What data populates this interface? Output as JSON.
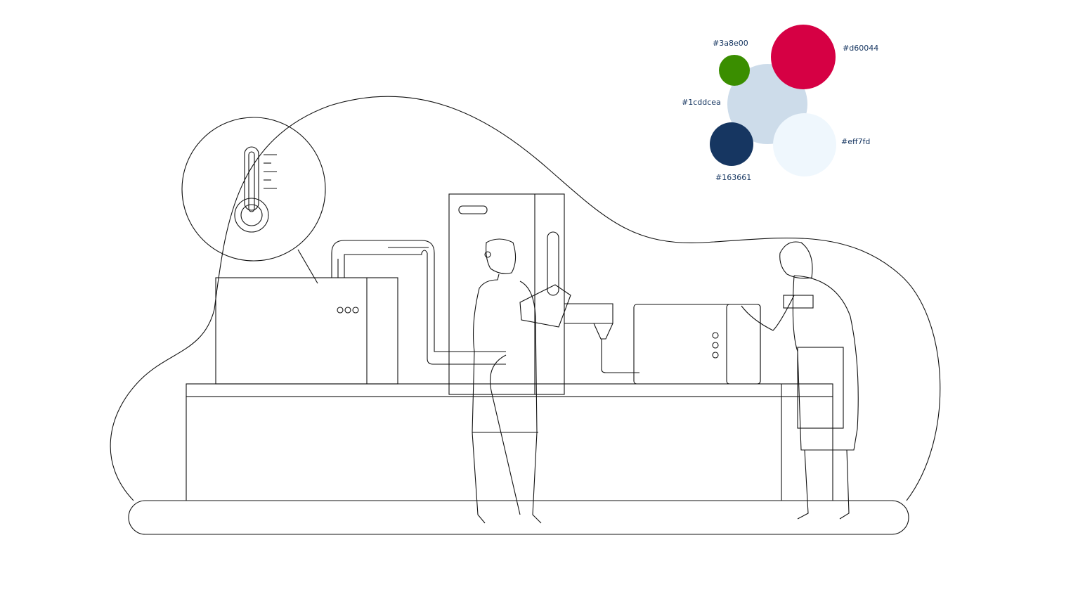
{
  "palette": [
    {
      "name": "green",
      "hex": "#3a8e00",
      "label": "#3a8e00"
    },
    {
      "name": "red",
      "hex": "#d60044",
      "label": "#d60044"
    },
    {
      "name": "light-blue",
      "hex": "#cddcea",
      "label": "#1cddcea"
    },
    {
      "name": "navy",
      "hex": "#163661",
      "label": "#163661"
    },
    {
      "name": "pale-blue",
      "hex": "#eff7fd",
      "label": "#eff7fd"
    }
  ]
}
